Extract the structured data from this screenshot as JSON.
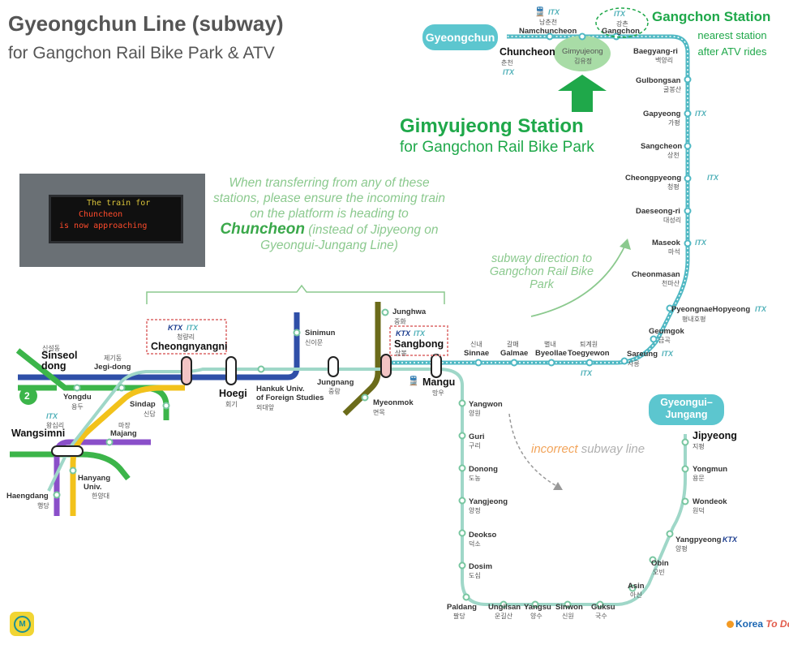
{
  "header": {
    "title": "Gyeongchun Line (subway)",
    "subtitle": "for Gangchon Rail Bike Park & ATV"
  },
  "callouts": {
    "gimyujeong_title": "Gimyujeong Station",
    "gimyujeong_sub": "for Gangchon Rail Bike Park",
    "gangchon_title": "Gangchon Station",
    "gangchon_sub1": "nearest station",
    "gangchon_sub2": "after ATV rides",
    "transfer_note_1": "When transferring from any of these stations, please ensure the incoming train on the platform is heading to",
    "transfer_note_dest": "Chuncheon",
    "transfer_note_2": "(instead of Jipyeong on Gyeongui-Jungang Line)",
    "direction_note": "subway direction to Gangchon Rail Bike Park",
    "incorrect_word": "incorrect",
    "incorrect_rest": "subway line"
  },
  "line_labels": {
    "gyeongchun": "Gyeongchun",
    "gyeongui_jungang_1": "Gyeongui–",
    "gyeongui_jungang_2": "Jungang",
    "line2_badge": "2"
  },
  "photo_sign": {
    "line1": "The train for",
    "line2": "Chuncheon",
    "line3": "is now approaching"
  },
  "brand": {
    "ktx": "KTX",
    "itx": "ITX",
    "metro_logo": "M",
    "korea_to_do_1": "Korea",
    "korea_to_do_2": "To Do"
  },
  "stations": {
    "chuncheon": {
      "en": "Chuncheon",
      "ko": "춘천"
    },
    "namchuncheon": {
      "en": "Namchuncheon",
      "ko": "남춘천"
    },
    "gimyujeong": {
      "en": "Gimyujeong",
      "ko": "김유정"
    },
    "gangchon": {
      "en": "Gangchon",
      "ko": "강촌"
    },
    "baegyangri": {
      "en": "Baegyang-ri",
      "ko": "백양리"
    },
    "gulbongsan": {
      "en": "Gulbongsan",
      "ko": "굴봉산"
    },
    "gapyeong": {
      "en": "Gapyeong",
      "ko": "가평"
    },
    "sangcheon": {
      "en": "Sangcheon",
      "ko": "상천"
    },
    "cheongpyeong": {
      "en": "Cheongpyeong",
      "ko": "청평"
    },
    "daeseongri": {
      "en": "Daeseong-ri",
      "ko": "대성리"
    },
    "maseok": {
      "en": "Maseok",
      "ko": "마석"
    },
    "cheonmasan": {
      "en": "Cheonmasan",
      "ko": "천마산"
    },
    "pyeongnae": {
      "en": "PyeongnaeHopyeong",
      "ko": "평내호평"
    },
    "geumgok": {
      "en": "Geumgok",
      "ko": "금곡"
    },
    "sareung": {
      "en": "Sareung",
      "ko": "사릉"
    },
    "toegyewon": {
      "en": "Toegyewon",
      "ko": "퇴계원"
    },
    "byeollae": {
      "en": "Byeollae",
      "ko": "별내"
    },
    "galmae": {
      "en": "Galmae",
      "ko": "갈매"
    },
    "sinnae": {
      "en": "Sinnae",
      "ko": "신내"
    },
    "sangbong": {
      "en": "Sangbong",
      "ko": "상봉"
    },
    "mangu": {
      "en": "Mangu",
      "ko": "망우"
    },
    "junghwa": {
      "en": "Junghwa",
      "ko": "중화"
    },
    "myeonmok": {
      "en": "Myeonmok",
      "ko": "면목"
    },
    "jungnang": {
      "en": "Jungnang",
      "ko": "중랑"
    },
    "sinimun": {
      "en": "Sinimun",
      "ko": "신이문"
    },
    "hufs_1": "Hankuk Univ.",
    "hufs_2": "of Foreign Studies",
    "hufs_ko": "외대앞",
    "hoegi": {
      "en": "Hoegi",
      "ko": "회기"
    },
    "cheongnyangni": {
      "en": "Cheongnyangni",
      "ko": "청량리"
    },
    "jegidong": {
      "en": "Jegi-dong",
      "ko": "제기동"
    },
    "sinseoldong_1": "Sinseol",
    "sinseoldong_2": "dong",
    "sinseoldong_ko": "신설동",
    "yongdu": {
      "en": "Yongdu",
      "ko": "용두"
    },
    "sindap": {
      "en": "Sindap",
      "ko": "신답"
    },
    "wangsimni": {
      "en": "Wangsimni",
      "ko": "왕십리"
    },
    "majang": {
      "en": "Majang",
      "ko": "마장"
    },
    "hanyang_1": "Hanyang",
    "hanyang_2": "Univ.",
    "hanyang_ko": "한양대",
    "haengdang": {
      "en": "Haengdang",
      "ko": "행당"
    },
    "yangwon": {
      "en": "Yangwon",
      "ko": "양원"
    },
    "guri": {
      "en": "Guri",
      "ko": "구리"
    },
    "donong": {
      "en": "Donong",
      "ko": "도농"
    },
    "yangjeong": {
      "en": "Yangjeong",
      "ko": "양정"
    },
    "deokso": {
      "en": "Deokso",
      "ko": "덕소"
    },
    "dosim": {
      "en": "Dosim",
      "ko": "도심"
    },
    "paldang": {
      "en": "Paldang",
      "ko": "팔당"
    },
    "ungilsan": {
      "en": "Ungilsan",
      "ko": "운길산"
    },
    "yangsu": {
      "en": "Yangsu",
      "ko": "양수"
    },
    "sinwon": {
      "en": "Sinwon",
      "ko": "신원"
    },
    "guksu": {
      "en": "Guksu",
      "ko": "국수"
    },
    "asin": {
      "en": "Asin",
      "ko": "아신"
    },
    "obin": {
      "en": "Obin",
      "ko": "오빈"
    },
    "yangpyeong": {
      "en": "Yangpyeong",
      "ko": "양평"
    },
    "wondeok": {
      "en": "Wondeok",
      "ko": "원덕"
    },
    "yongmun": {
      "en": "Yongmun",
      "ko": "용문"
    },
    "jipyeong": {
      "en": "Jipyeong",
      "ko": "지평"
    }
  },
  "colors": {
    "gyeongchun": "#4fb8c3",
    "jungang": "#78c6a0",
    "line1_blue": "#2f4fa8",
    "line2_green": "#3cb54a",
    "line5_purple": "#8a4fc9",
    "suin_yellow": "#f2c21b",
    "line7_olive": "#6b6b1a",
    "accent_green": "#1fa84a",
    "note_green": "#8bc98e"
  },
  "icons": [
    "train-icon",
    "up-arrow-icon",
    "curved-arrow-icon",
    "dashed-arrow-icon",
    "metro-logo-icon"
  ]
}
